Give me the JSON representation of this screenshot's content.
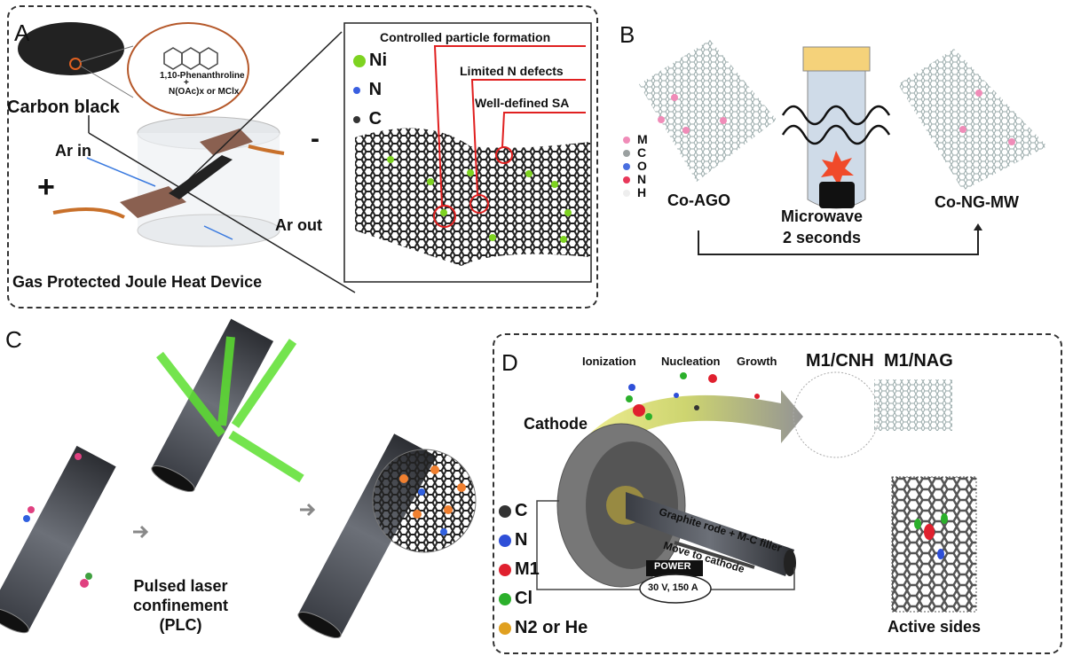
{
  "panels": {
    "A": {
      "label": "A",
      "carbon_black": "Carbon black",
      "ligand": "1,10-Phenanthroline",
      "plus_sign": "+",
      "precursor": "N(OAc)x or MClx",
      "ar_in": "Ar in",
      "ar_out": "Ar out",
      "plus": "+",
      "minus": "-",
      "device": "Gas Protected Joule Heat Device",
      "callouts": [
        "Controlled particle formation",
        "Limited N defects",
        "Well-defined SA"
      ],
      "legend": [
        {
          "label": "Ni",
          "color": "#7ed321"
        },
        {
          "label": "N",
          "color": "#3a5fe0"
        },
        {
          "label": "C",
          "color": "#333333"
        }
      ]
    },
    "B": {
      "label": "B",
      "legend": [
        {
          "label": "M",
          "color": "#f08cb8"
        },
        {
          "label": "C",
          "color": "#9aa0a0"
        },
        {
          "label": "O",
          "color": "#4a6fe0"
        },
        {
          "label": "N",
          "color": "#e8385a"
        },
        {
          "label": "H",
          "color": "#dddddd"
        }
      ],
      "start": "Co-AGO",
      "process_line1": "Microwave",
      "process_line2": "2 seconds",
      "end": "Co-NG-MW"
    },
    "C": {
      "label": "C",
      "method_line1": "Pulsed laser",
      "method_line2": "confinement",
      "method_line3": "(PLC)"
    },
    "D": {
      "label": "D",
      "steps": [
        "Ionization",
        "Nucleation",
        "Growth"
      ],
      "products": [
        "M1/CNH",
        "M1/NAG"
      ],
      "cathode": "Cathode",
      "rod": "Graphite rode + M-C filler",
      "move": "Move to cathode",
      "power": "POWER",
      "power_value": "30 V, 150 A",
      "active": "Active sides",
      "legend": [
        {
          "label": "C",
          "color": "#333333"
        },
        {
          "label": "N",
          "color": "#2e4fd8"
        },
        {
          "label": "M1",
          "color": "#e0202e"
        },
        {
          "label": "Cl",
          "color": "#2bb02b"
        },
        {
          "label": "N2 or He",
          "color": "#e0a020"
        }
      ]
    }
  }
}
